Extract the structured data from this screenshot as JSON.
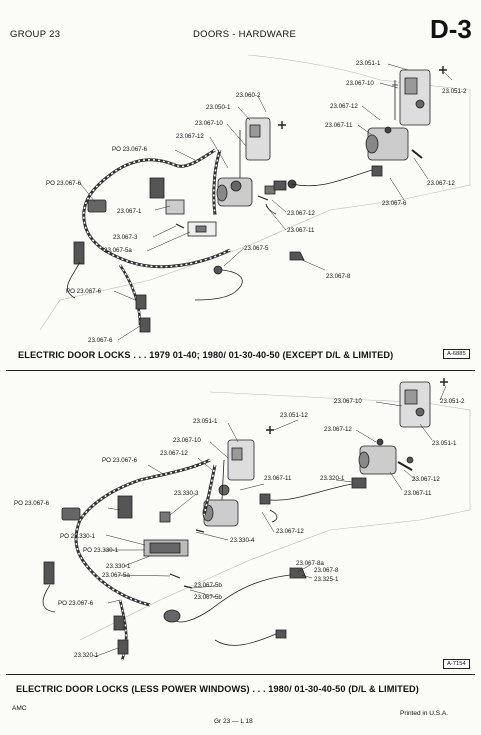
{
  "header": {
    "group": "GROUP 23",
    "title": "DOORS - HARDWARE",
    "page": "D-3"
  },
  "diagram1": {
    "caption": "ELECTRIC DOOR LOCKS . . . 1979 01-40; 1980/ 01-30-40-50 (EXCEPT D/L & LIMITED)",
    "ref": "A-6885",
    "labels": [
      "23.051-1",
      "23.067-10",
      "23.051-2",
      "23.067-12",
      "23.067-11",
      "23.060-2",
      "23.050-1",
      "23.067-10",
      "23.067-12",
      "PO 23.067-6",
      "PO 23.067-6",
      "23.067-12",
      "23.067-6",
      "23.067-1",
      "23.067-3",
      "23.067-5a",
      "23.067-12",
      "23.067-11",
      "23.067-5",
      "23.067-8",
      "PO 23.067-6",
      "23.067-6"
    ]
  },
  "diagram2": {
    "caption": "ELECTRIC DOOR LOCKS (LESS POWER WINDOWS) . . . 1980/ 01-30-40-50 (D/L & LIMITED)",
    "ref": "A-7154",
    "labels": [
      "23.067-10",
      "23.051-2",
      "23.051-1",
      "23.051-12",
      "23.067-12",
      "23.051-1",
      "23.067-10",
      "23.067-12",
      "PO 23.067-6",
      "23.067-11",
      "23.320-1",
      "23.067-12",
      "23.067-11",
      "PO 23.067-6",
      "23.330-3",
      "PO 23.330-1",
      "PO 23.330-1",
      "23.330-4",
      "23.067-12",
      "23.330-1",
      "23.067-5a",
      "23.067-8a",
      "23.067-8",
      "23.325-1",
      "23.067-5b",
      "23.067-5b",
      "PO 23.067-6",
      "23.320-1"
    ]
  },
  "footer": {
    "left": "AMC",
    "center": "Gr 23 — L 18",
    "right": "Printed in U.S.A."
  }
}
